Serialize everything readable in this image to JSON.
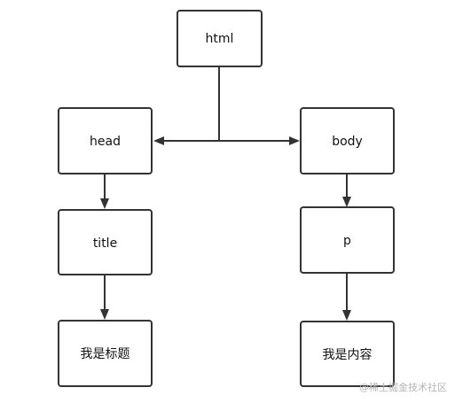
{
  "nodes": {
    "html": {
      "label": "html"
    },
    "head": {
      "label": "head"
    },
    "body": {
      "label": "body"
    },
    "title": {
      "label": "title"
    },
    "p": {
      "label": "p"
    },
    "title_text": {
      "label": "我是标题"
    },
    "p_text": {
      "label": "我是内容"
    }
  },
  "edges": [
    {
      "from": "html",
      "to": "head"
    },
    {
      "from": "html",
      "to": "body"
    },
    {
      "from": "head",
      "to": "title"
    },
    {
      "from": "title",
      "to": "title_text"
    },
    {
      "from": "body",
      "to": "p"
    },
    {
      "from": "p",
      "to": "p_text"
    }
  ],
  "watermark": {
    "text": "@稀土掘金技术社区"
  },
  "colors": {
    "stroke": "#333333",
    "background": "#ffffff",
    "watermark": "#b5b5b5"
  }
}
